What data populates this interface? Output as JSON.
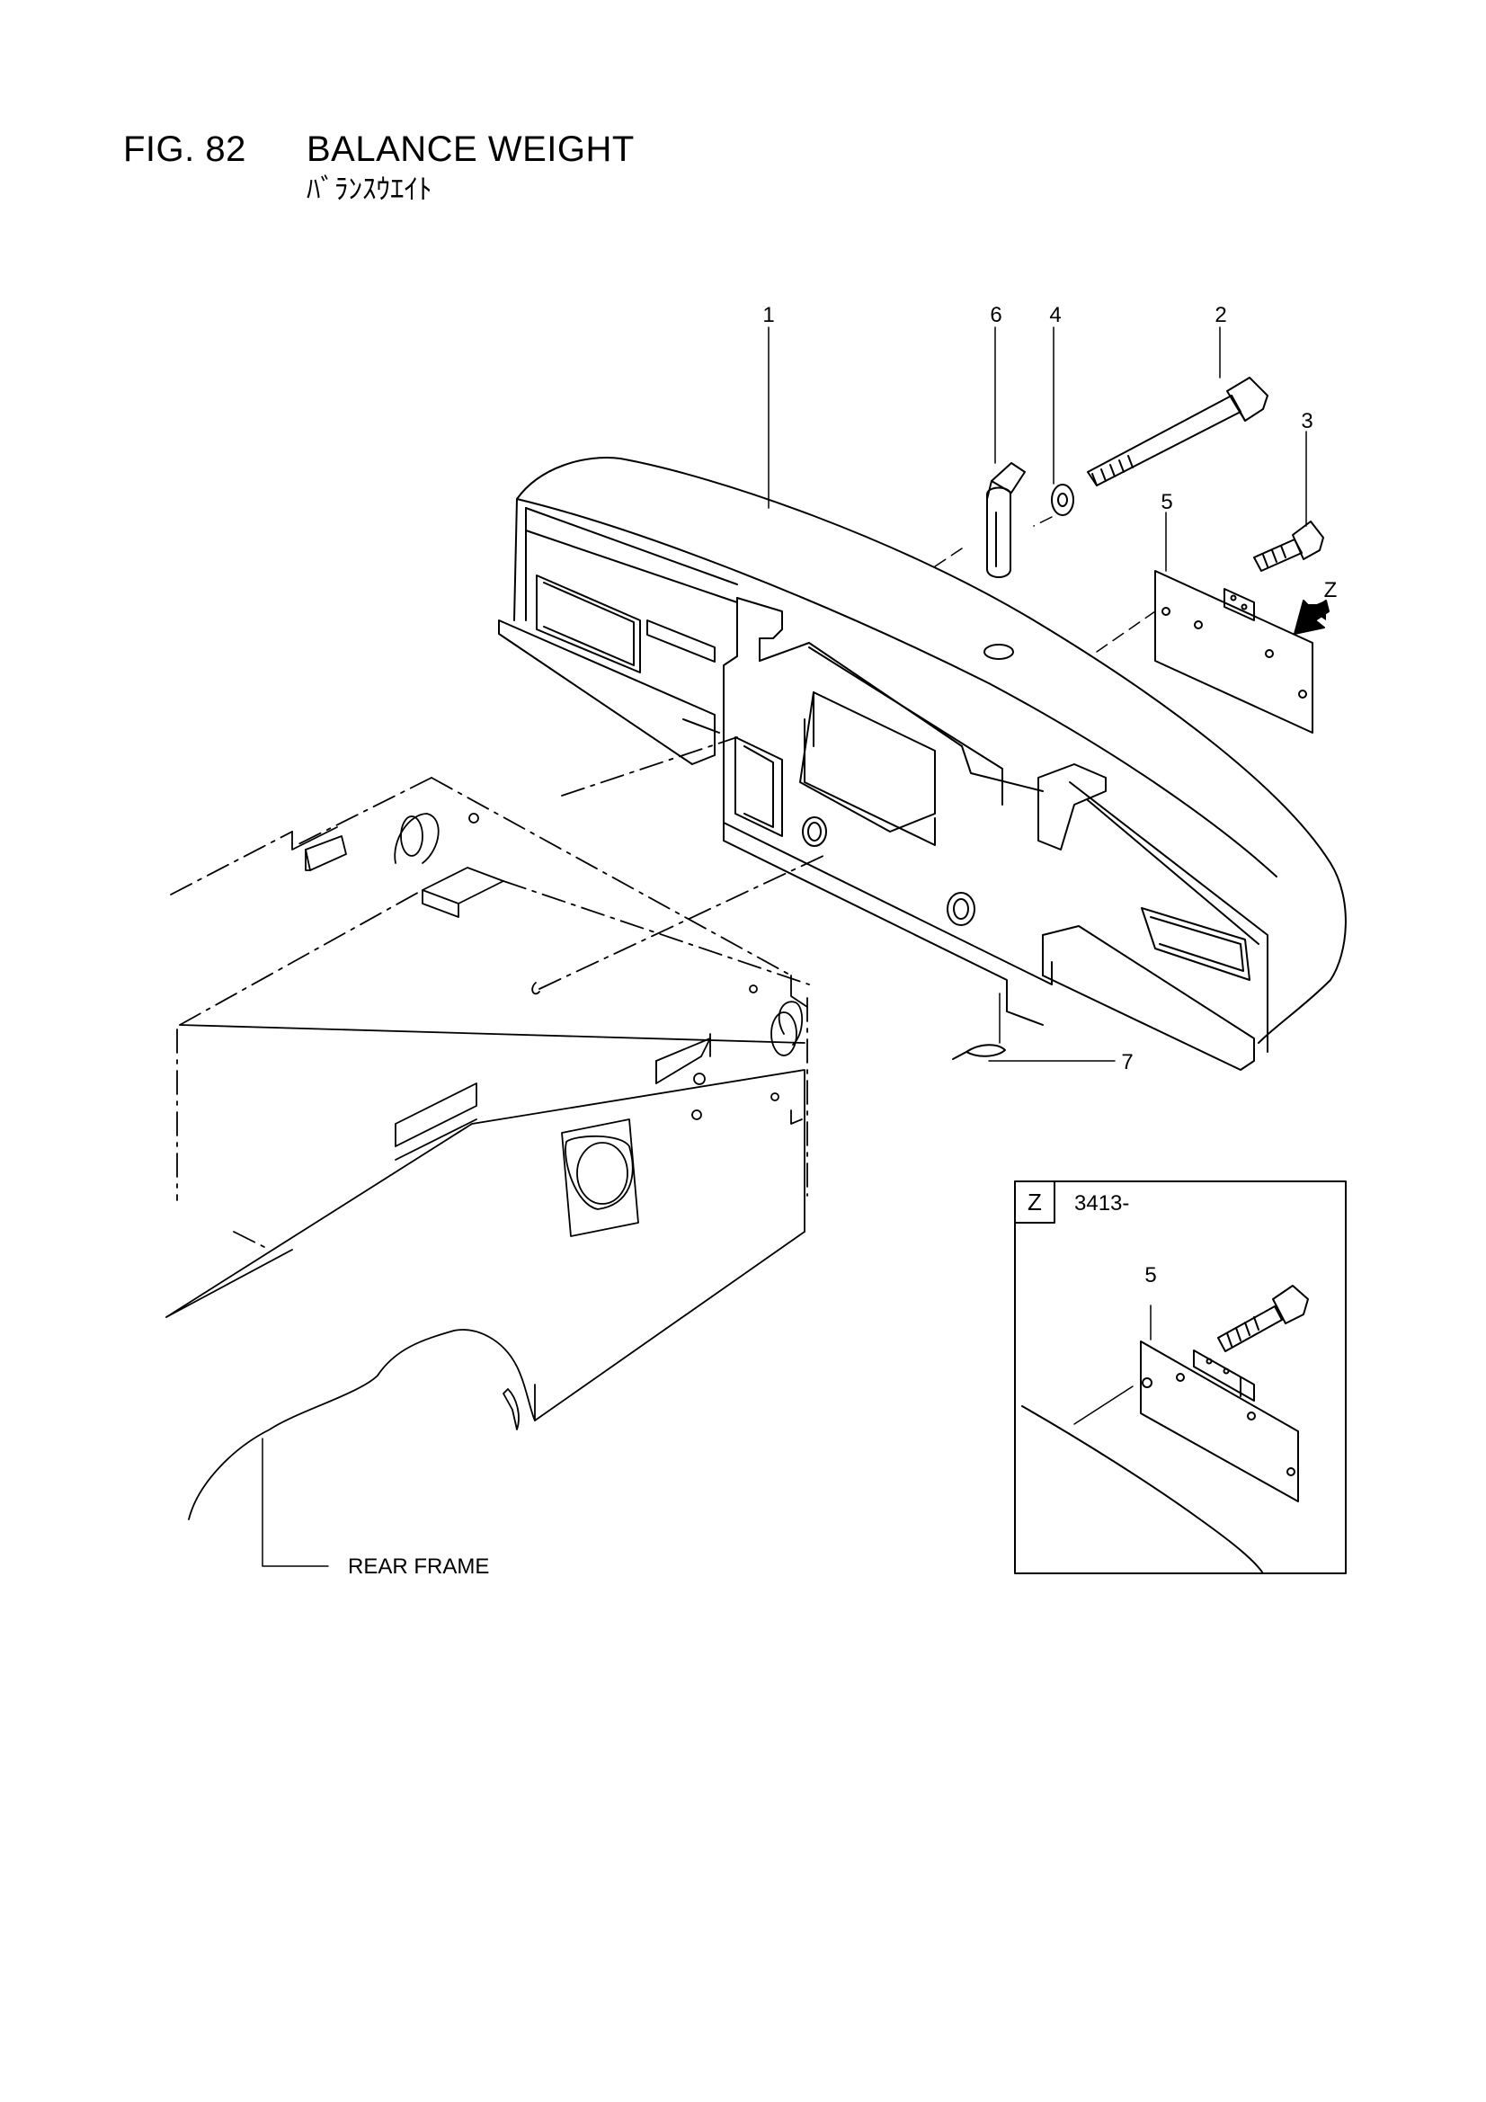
{
  "figure": {
    "number": "FIG. 82",
    "title": "BALANCE WEIGHT",
    "subtitle": "ﾊﾞﾗﾝｽｳｴｲﾄ"
  },
  "callouts": [
    "1",
    "6",
    "4",
    "2",
    "3",
    "5",
    "7"
  ],
  "view_arrow_label": "Z",
  "frame_label": "REAR FRAME",
  "detail_view": {
    "label": "Z",
    "serial": "3413-",
    "callout": "5"
  }
}
